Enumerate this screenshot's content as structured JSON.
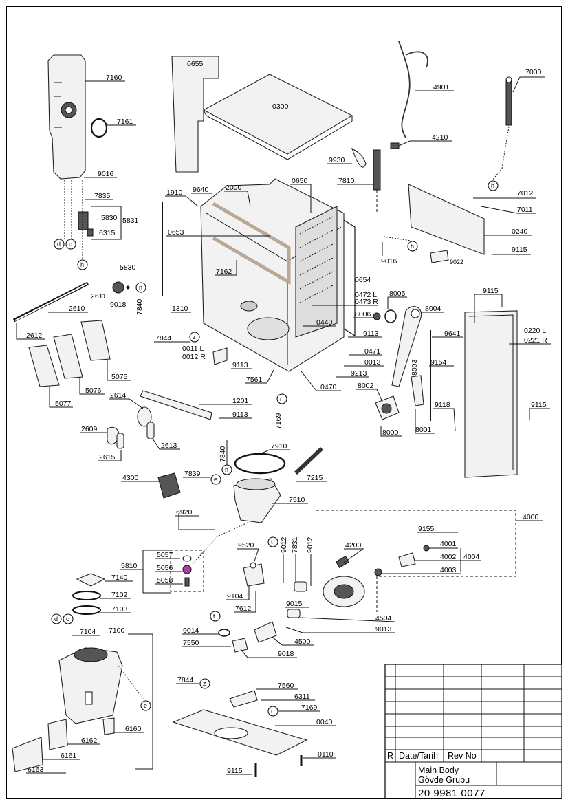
{
  "diagram": {
    "parts": [
      {
        "id": "p7160",
        "label": "7160"
      },
      {
        "id": "p7161",
        "label": "7161"
      },
      {
        "id": "p9016a",
        "label": "9016"
      },
      {
        "id": "p7835",
        "label": "7835"
      },
      {
        "id": "p5830a",
        "label": "5830"
      },
      {
        "id": "p5831",
        "label": "5831"
      },
      {
        "id": "p6315",
        "label": "6315"
      },
      {
        "id": "p5830b",
        "label": "5830"
      },
      {
        "id": "p9018a",
        "label": "9018"
      },
      {
        "id": "p7840a",
        "label": "7840"
      },
      {
        "id": "p2611",
        "label": "2611"
      },
      {
        "id": "p2610",
        "label": "2610"
      },
      {
        "id": "p2612",
        "label": "2612"
      },
      {
        "id": "p5077",
        "label": "5077"
      },
      {
        "id": "p5076",
        "label": "5076"
      },
      {
        "id": "p5075",
        "label": "5075"
      },
      {
        "id": "p0655",
        "label": "0655"
      },
      {
        "id": "p0300",
        "label": "0300"
      },
      {
        "id": "p1910",
        "label": "1910"
      },
      {
        "id": "p9640",
        "label": "9640"
      },
      {
        "id": "p2000",
        "label": "2000"
      },
      {
        "id": "p0650",
        "label": "0650"
      },
      {
        "id": "p0653",
        "label": "0653"
      },
      {
        "id": "p7162",
        "label": "7162"
      },
      {
        "id": "p1310",
        "label": "1310"
      },
      {
        "id": "p0654",
        "label": "0654"
      },
      {
        "id": "p0472",
        "label": "0472 L"
      },
      {
        "id": "p0473",
        "label": "0473 R"
      },
      {
        "id": "p0440",
        "label": "0440"
      },
      {
        "id": "p9113a",
        "label": "9113"
      },
      {
        "id": "p0471",
        "label": "0471"
      },
      {
        "id": "p0013",
        "label": "0013"
      },
      {
        "id": "p9213",
        "label": "9213"
      },
      {
        "id": "p0470",
        "label": "0470"
      },
      {
        "id": "p7844a",
        "label": "7844"
      },
      {
        "id": "p0011",
        "label": "0011 L"
      },
      {
        "id": "p0012",
        "label": "0012 R"
      },
      {
        "id": "p9113b",
        "label": "9113"
      },
      {
        "id": "p7561",
        "label": "7561"
      },
      {
        "id": "p7169a",
        "label": "7169"
      },
      {
        "id": "p4901",
        "label": "4901"
      },
      {
        "id": "p7000",
        "label": "7000"
      },
      {
        "id": "p4210",
        "label": "4210"
      },
      {
        "id": "p9930",
        "label": "9930"
      },
      {
        "id": "p7810",
        "label": "7810"
      },
      {
        "id": "p7012",
        "label": "7012"
      },
      {
        "id": "p7011",
        "label": "7011"
      },
      {
        "id": "p0240",
        "label": "0240"
      },
      {
        "id": "p9016b",
        "label": "9016"
      },
      {
        "id": "p9022",
        "label": "9022"
      },
      {
        "id": "p9115a",
        "label": "9115"
      },
      {
        "id": "p8005",
        "label": "8005"
      },
      {
        "id": "p8004",
        "label": "8004"
      },
      {
        "id": "p8006",
        "label": "8006"
      },
      {
        "id": "p9115b",
        "label": "9115"
      },
      {
        "id": "p0220",
        "label": "0220 L"
      },
      {
        "id": "p0221",
        "label": "0221 R"
      },
      {
        "id": "p9641",
        "label": "9641"
      },
      {
        "id": "p9154",
        "label": "9154"
      },
      {
        "id": "p8003",
        "label": "8003"
      },
      {
        "id": "p8002",
        "label": "8002"
      },
      {
        "id": "p9118",
        "label": "9118"
      },
      {
        "id": "p9115c",
        "label": "9115"
      },
      {
        "id": "p8000",
        "label": "8000"
      },
      {
        "id": "p8001",
        "label": "8001"
      },
      {
        "id": "p2614",
        "label": "2614"
      },
      {
        "id": "p1201",
        "label": "1201"
      },
      {
        "id": "p9113c",
        "label": "9113"
      },
      {
        "id": "p2609",
        "label": "2609"
      },
      {
        "id": "p2613",
        "label": "2613"
      },
      {
        "id": "p2615",
        "label": "2615"
      },
      {
        "id": "p7840b",
        "label": "7840"
      },
      {
        "id": "p7910",
        "label": "7910"
      },
      {
        "id": "p4300",
        "label": "4300"
      },
      {
        "id": "p7839",
        "label": "7839"
      },
      {
        "id": "p7215",
        "label": "7215"
      },
      {
        "id": "p7510",
        "label": "7510"
      },
      {
        "id": "p6920",
        "label": "6920"
      },
      {
        "id": "p4000",
        "label": "4000"
      },
      {
        "id": "p9155",
        "label": "9155"
      },
      {
        "id": "p4001",
        "label": "4001"
      },
      {
        "id": "p4002",
        "label": "4002"
      },
      {
        "id": "p4004",
        "label": "4004"
      },
      {
        "id": "p4003",
        "label": "4003"
      },
      {
        "id": "p4200",
        "label": "4200"
      },
      {
        "id": "p9012a",
        "label": "9012"
      },
      {
        "id": "p7831",
        "label": "7831"
      },
      {
        "id": "p9012b",
        "label": "9012"
      },
      {
        "id": "p9520",
        "label": "9520"
      },
      {
        "id": "p5057",
        "label": "5057"
      },
      {
        "id": "p5810",
        "label": "5810"
      },
      {
        "id": "p5056",
        "label": "5056"
      },
      {
        "id": "p5058",
        "label": "5058"
      },
      {
        "id": "p7140",
        "label": "7140"
      },
      {
        "id": "p7102",
        "label": "7102"
      },
      {
        "id": "p7103",
        "label": "7103"
      },
      {
        "id": "p9104",
        "label": "9104"
      },
      {
        "id": "p7612",
        "label": "7612"
      },
      {
        "id": "p9015",
        "label": "9015"
      },
      {
        "id": "p4504",
        "label": "4504"
      },
      {
        "id": "p9013",
        "label": "9013"
      },
      {
        "id": "p4500",
        "label": "4500"
      },
      {
        "id": "p7104",
        "label": "7104"
      },
      {
        "id": "p7100",
        "label": "7100"
      },
      {
        "id": "p9014",
        "label": "9014"
      },
      {
        "id": "p7550",
        "label": "7550"
      },
      {
        "id": "p9018b",
        "label": "9018"
      },
      {
        "id": "p7844b",
        "label": "7844"
      },
      {
        "id": "p7560",
        "label": "7560"
      },
      {
        "id": "p6311",
        "label": "6311"
      },
      {
        "id": "p7169b",
        "label": "7169"
      },
      {
        "id": "p0040",
        "label": "0040"
      },
      {
        "id": "p6160",
        "label": "6160"
      },
      {
        "id": "p6162",
        "label": "6162"
      },
      {
        "id": "p6161",
        "label": "6161"
      },
      {
        "id": "p6163",
        "label": "6163"
      },
      {
        "id": "p0110",
        "label": "0110"
      },
      {
        "id": "p9115d",
        "label": "9115"
      }
    ],
    "reference_markers": {
      "d": "d",
      "c": "c",
      "h": "h",
      "n": "n",
      "z": "z",
      "r": "r",
      "e": "e",
      "t": "t"
    }
  },
  "title_block": {
    "revision_letter": "R",
    "date_header": "Date/Tarih",
    "rev_header": "Rev No",
    "title_en": "Main Body",
    "title_tr": "Gövde Grubu",
    "drawing_number": "20 9981 0077"
  },
  "colors": {
    "line": "#111111",
    "part_fill": "#f2f2f2",
    "accent_part": "#b03aa8"
  }
}
